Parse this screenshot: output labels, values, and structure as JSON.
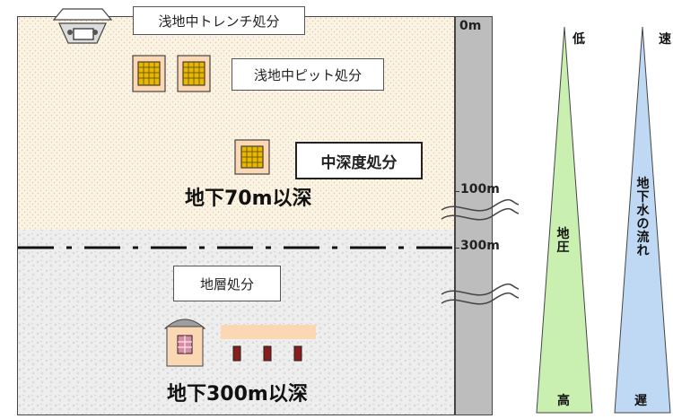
{
  "labels": {
    "trench": "浅地中トレンチ処分",
    "pit": "浅地中ピット処分",
    "intermediate": "中深度処分",
    "depth70": "地下70m以深",
    "geological": "地層処分",
    "depth300": "地下300m以深"
  },
  "scale": {
    "zero": "0m",
    "hundred": "100m",
    "three_hundred": "300m"
  },
  "pressure": {
    "low": "低",
    "title": "地圧",
    "high": "高"
  },
  "groundwater": {
    "fast": "速",
    "title": "地下水の流れ",
    "slow": "遅"
  },
  "colors": {
    "shallow_zone": "#fbf3e4",
    "deep_zone": "#eeeeee",
    "depth_bar": "#bdbdbd",
    "pressure_wedge": "#c9f0b0",
    "water_wedge": "#bfd8f3",
    "facility_box": "#fbd7b4",
    "waste_grid": "#e6b800"
  }
}
